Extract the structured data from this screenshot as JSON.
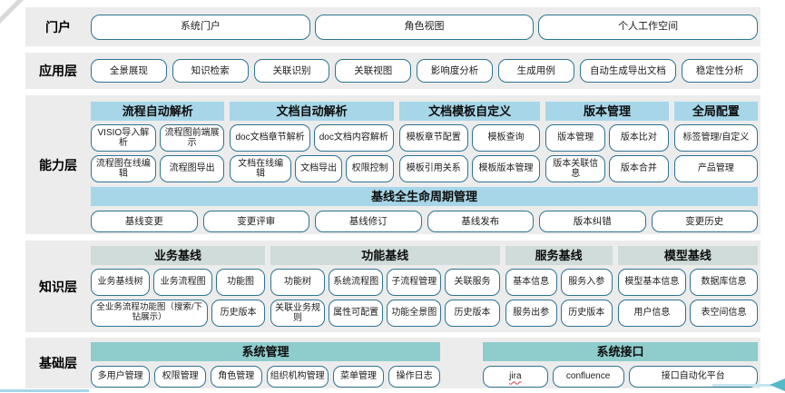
{
  "colors": {
    "band_bg": "#ececec",
    "header_blue": "#a6d6e8",
    "header_gray": "#cfdcd9",
    "header_teal": "#8fcdcd",
    "button_border": "#2e7391",
    "arrow_teal": "#55b9c6",
    "line_blue": "#a5d7e6"
  },
  "portal": {
    "label": "门户",
    "buttons": [
      "系统门户",
      "角色视图",
      "个人工作空间"
    ]
  },
  "application": {
    "label": "应用层",
    "buttons": [
      "全景展现",
      "知识检索",
      "关联识别",
      "关联视图",
      "影响度分析",
      "生成用例",
      "自动生成导出文档",
      "稳定性分析"
    ]
  },
  "capability": {
    "label": "能力层",
    "groups": [
      {
        "header": "流程自动解析",
        "rows": [
          [
            "VISIO导入解析",
            "流程图前端展示"
          ],
          [
            "流程图在线编辑",
            "流程图导出"
          ]
        ]
      },
      {
        "header": "文档自动解析",
        "rows": [
          [
            "doc文档章节解析",
            "doc文档内容解析"
          ],
          [
            "文档在线编辑",
            "文档导出",
            "权限控制"
          ]
        ]
      },
      {
        "header": "文档模板自定义",
        "rows": [
          [
            "模板章节配置",
            "模板查询"
          ],
          [
            "模板引用关系",
            "模板版本管理"
          ]
        ]
      },
      {
        "header": "版本管理",
        "rows": [
          [
            "版本管理",
            "版本比对"
          ],
          [
            "版本关联信息",
            "版本合并"
          ]
        ]
      },
      {
        "header": "全局配置",
        "rows": [
          [
            "标签管理/自定义"
          ],
          [
            "产品管理"
          ]
        ]
      }
    ],
    "lifecycle": {
      "header": "基线全生命周期管理",
      "buttons": [
        "基线变更",
        "变更评审",
        "基线修订",
        "基线发布",
        "版本纠错",
        "变更历史"
      ]
    }
  },
  "knowledge": {
    "label": "知识层",
    "groups": [
      {
        "header": "业务基线",
        "rows": [
          [
            "业务基线树",
            "业务流程图",
            "功能图"
          ],
          [
            "全业务流程功能图（搜索/下钻展示）",
            "历史版本"
          ]
        ]
      },
      {
        "header": "功能基线",
        "rows": [
          [
            "功能树",
            "系统流程图",
            "子流程管理",
            "关联服务"
          ],
          [
            "关联业务规则",
            "属性可配置",
            "功能全景图",
            "历史版本"
          ]
        ]
      },
      {
        "header": "服务基线",
        "rows": [
          [
            "基本信息",
            "服务入参"
          ],
          [
            "服务出参",
            "历史版本"
          ]
        ]
      },
      {
        "header": "模型基线",
        "rows": [
          [
            "模型基本信息",
            "数据库信息"
          ],
          [
            "用户信息",
            "表空间信息"
          ]
        ]
      }
    ]
  },
  "foundation": {
    "label": "基础层",
    "groups": [
      {
        "header": "系统管理",
        "buttons": [
          "多用户管理",
          "权限管理",
          "角色管理",
          "组织机构管理",
          "菜单管理",
          "操作日志"
        ]
      },
      {
        "header": "系统接口",
        "buttons": [
          "jira",
          "confluence",
          "接口自动化平台"
        ]
      }
    ]
  }
}
